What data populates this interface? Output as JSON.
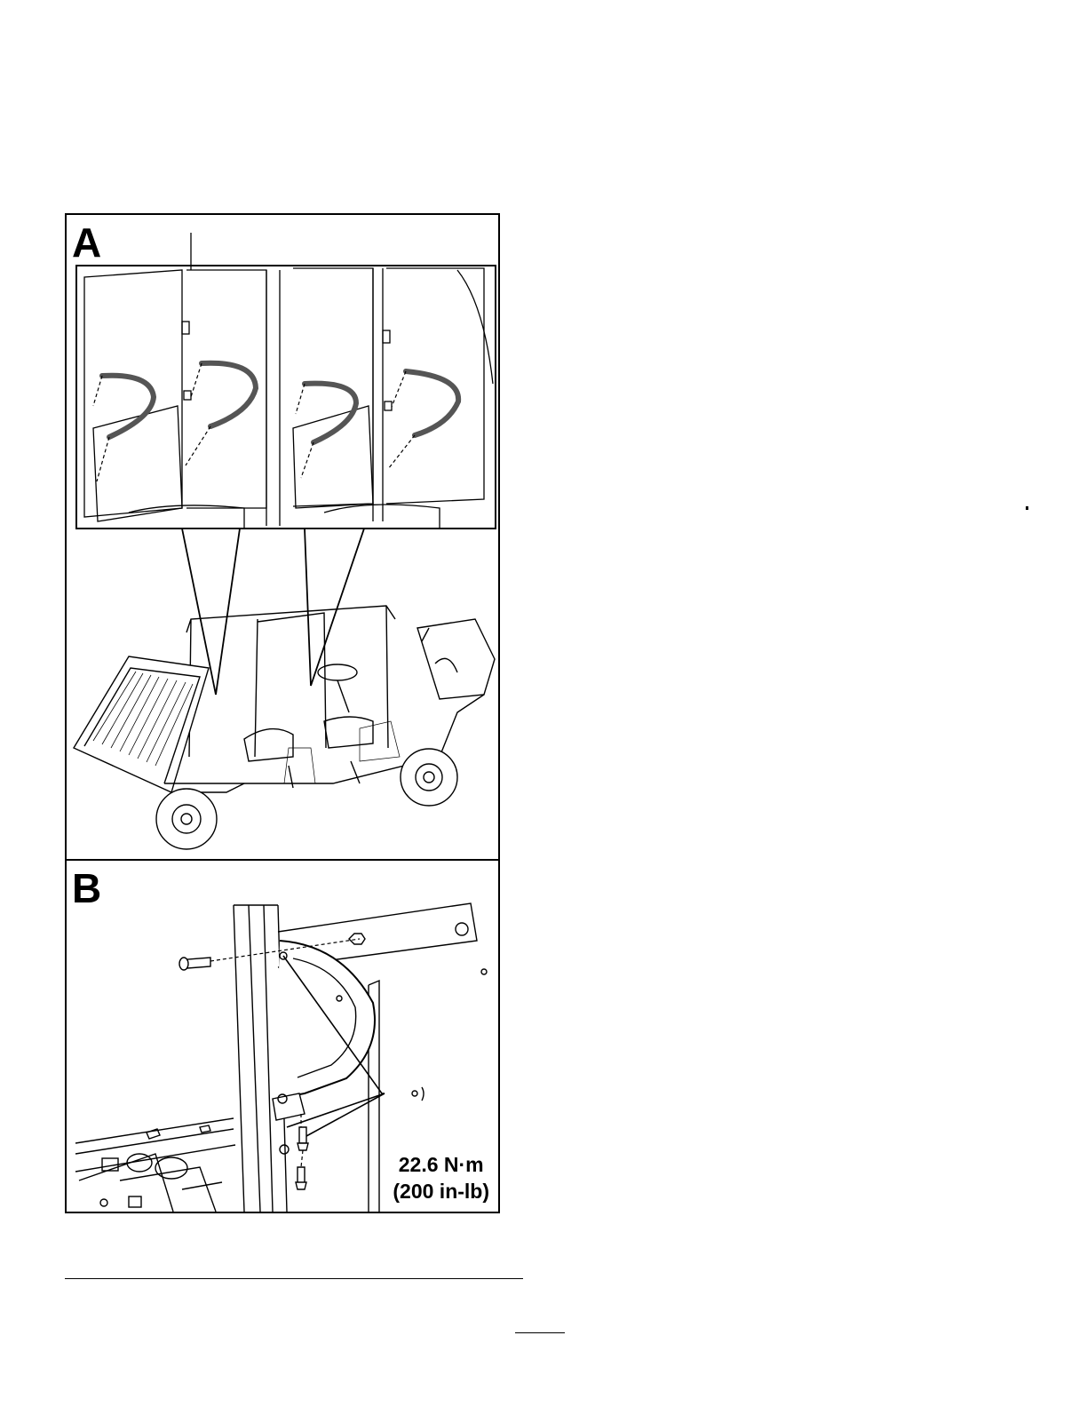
{
  "figure": {
    "panel_a": {
      "label": "A"
    },
    "panel_b": {
      "label": "B",
      "torque_metric": "22.6 N·m",
      "torque_imperial": "(200 in-lb)"
    }
  }
}
